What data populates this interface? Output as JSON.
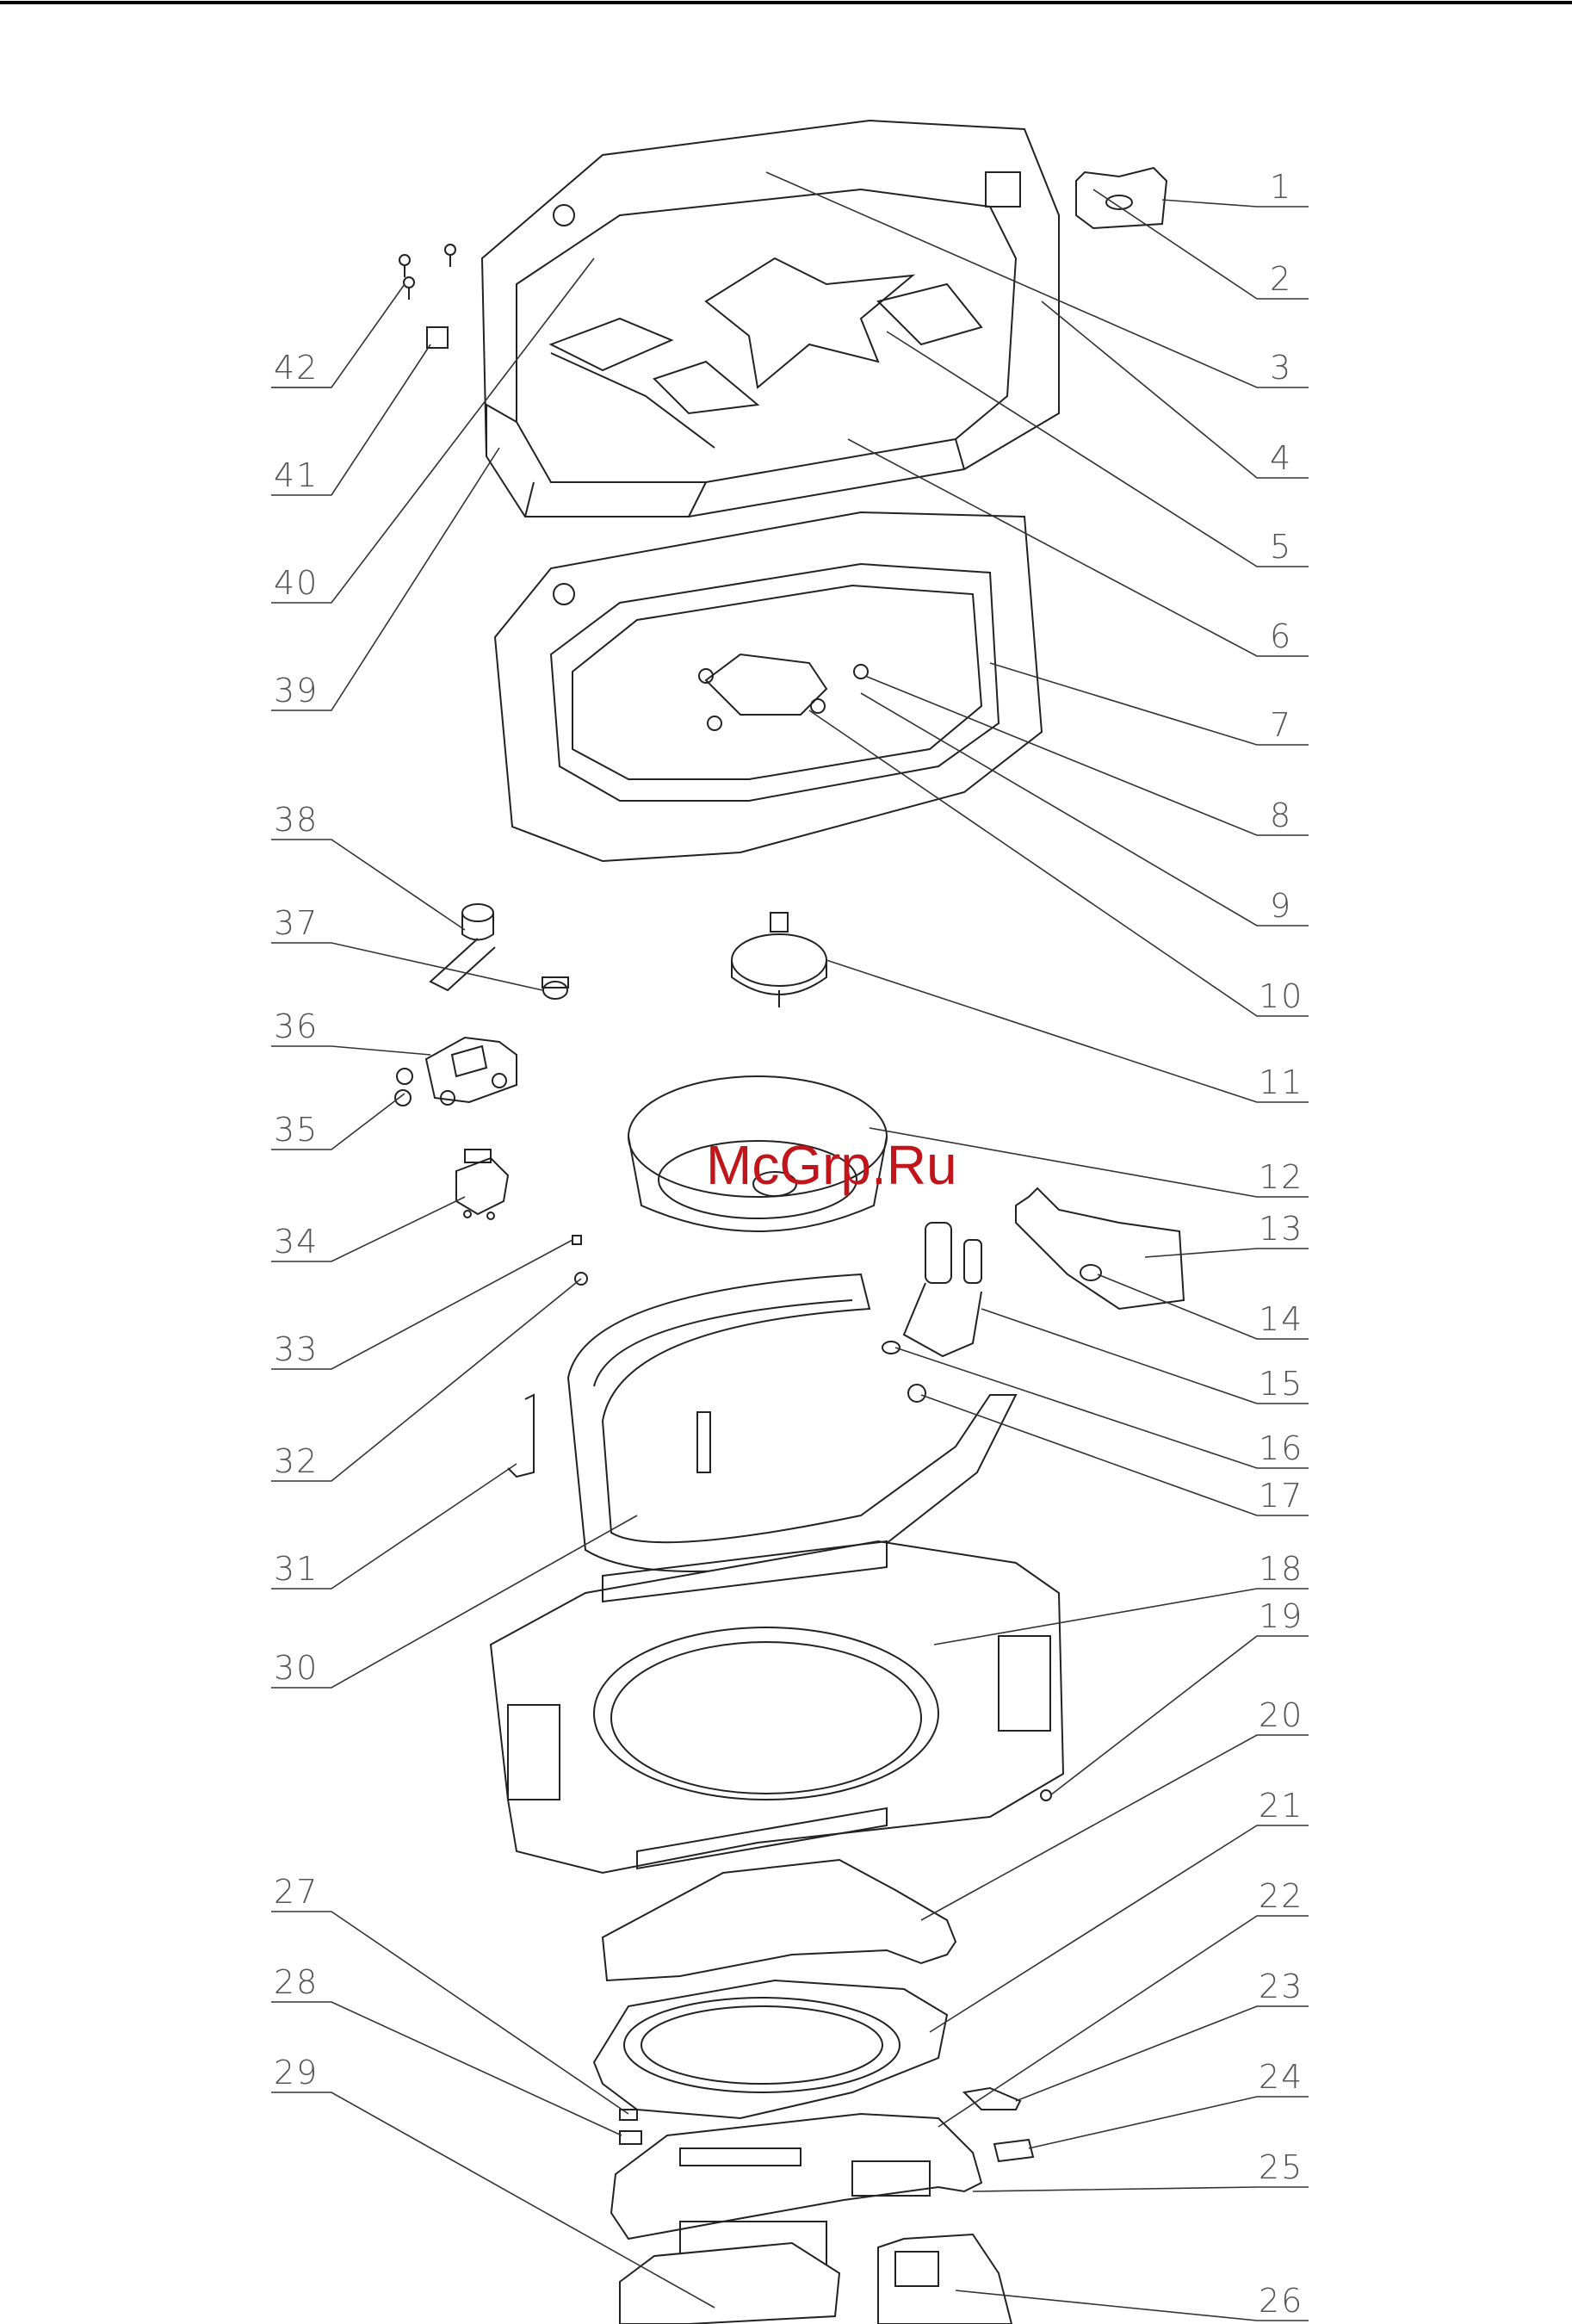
{
  "watermark": "McGrp.Ru",
  "part_numbers": {
    "p1": "1",
    "p2": "2",
    "p3": "3",
    "p4": "4",
    "p5": "5",
    "p6": "6",
    "p7": "7",
    "p8": "8",
    "p9": "9",
    "p10": "10",
    "p11": "11",
    "p12": "12",
    "p13": "13",
    "p14": "14",
    "p15": "15",
    "p16": "16",
    "p17": "17",
    "p18": "18",
    "p19": "19",
    "p20": "20",
    "p21": "21",
    "p22": "22",
    "p23": "23",
    "p24": "24",
    "p25": "25",
    "p26": "26",
    "p27": "27",
    "p28": "28",
    "p29": "29",
    "p30": "30",
    "p31": "31",
    "p32": "32",
    "p33": "33",
    "p34": "34",
    "p35": "35",
    "p36": "36",
    "p37": "37",
    "p38": "38",
    "p39": "39",
    "p40": "40",
    "p41": "41",
    "p42": "42"
  },
  "colors": {
    "watermark": "#c0151b",
    "line": "#222222",
    "label": "#555555"
  }
}
